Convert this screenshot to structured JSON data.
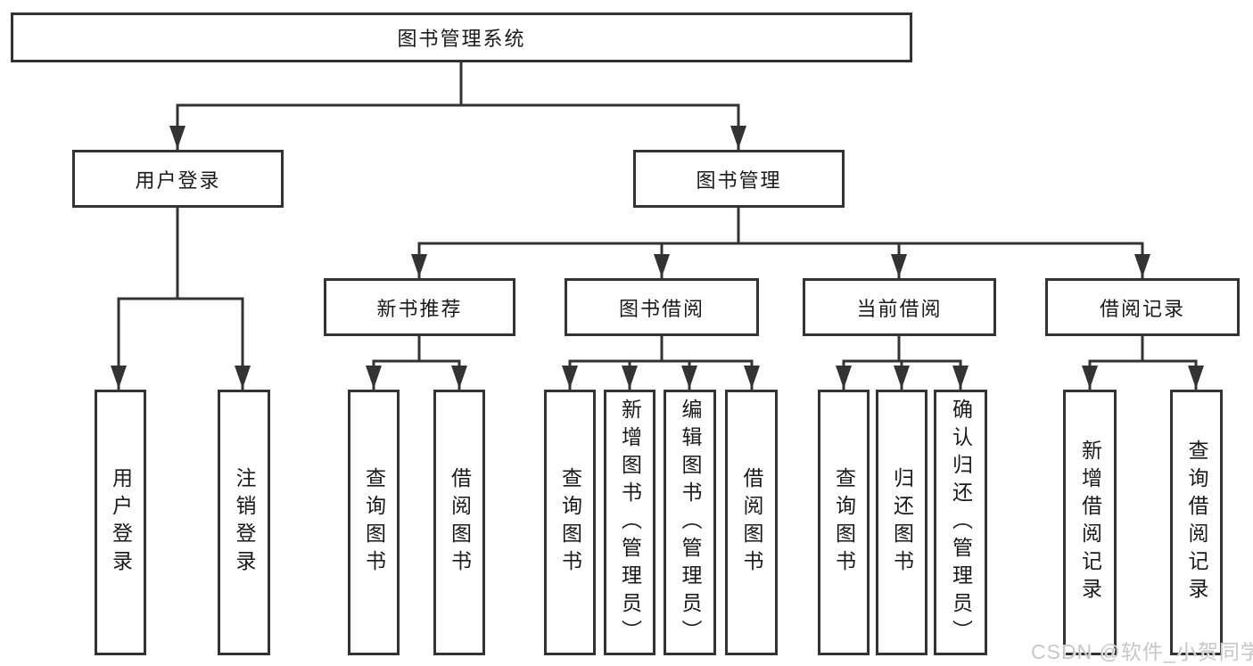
{
  "tree": {
    "root": {
      "label": "图书管理系统",
      "children": [
        {
          "label": "用户登录",
          "children": [
            {
              "label": "用户登录"
            },
            {
              "label": "注销登录"
            }
          ]
        },
        {
          "label": "图书管理",
          "children": [
            {
              "label": "新书推荐",
              "children": [
                {
                  "label": "查询图书"
                },
                {
                  "label": "借阅图书"
                }
              ]
            },
            {
              "label": "图书借阅",
              "children": [
                {
                  "label": "查询图书"
                },
                {
                  "label": "新增图书（管理员）"
                },
                {
                  "label": "编辑图书（管理员）"
                },
                {
                  "label": "借阅图书"
                }
              ]
            },
            {
              "label": "当前借阅",
              "children": [
                {
                  "label": "查询图书"
                },
                {
                  "label": "归还图书"
                },
                {
                  "label": "确认归还（管理员）"
                }
              ]
            },
            {
              "label": "借阅记录",
              "children": [
                {
                  "label": "新增借阅记录"
                },
                {
                  "label": "查询借阅记录"
                }
              ]
            }
          ]
        }
      ]
    }
  },
  "watermark": {
    "text": "CSDN @软件_小贺同学"
  },
  "colors": {
    "line": "#333333",
    "text": "#1a1a1a",
    "background": "#ffffff",
    "watermark": "#c7c7c7"
  }
}
